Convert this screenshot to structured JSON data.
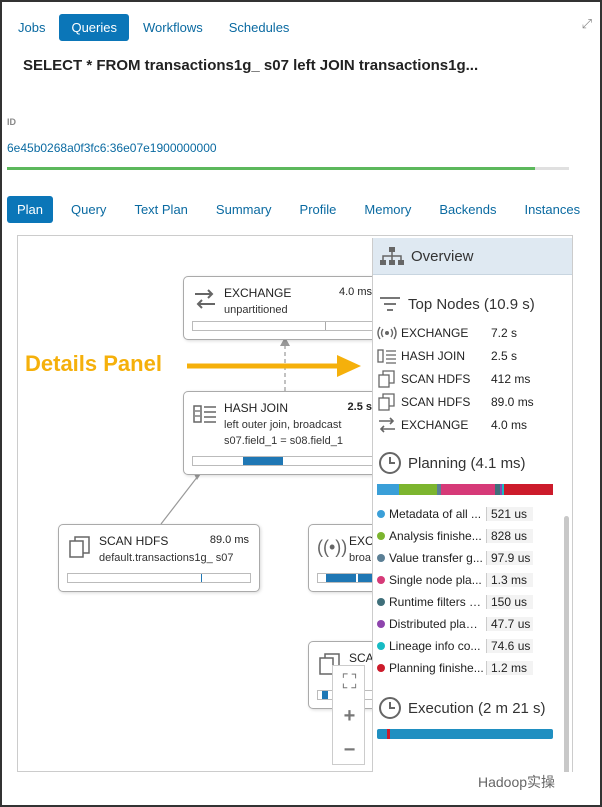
{
  "nav": {
    "jobs": "Jobs",
    "queries": "Queries",
    "workflows": "Workflows",
    "schedules": "Schedules"
  },
  "query": {
    "title": "SELECT * FROM transactions1g_ s07 left JOIN transactions1g...",
    "id_label": "ID",
    "id_value": "6e45b0268a0f3fc6:36e07e1900000000",
    "progress": 0.94
  },
  "tabs": [
    "Plan",
    "Query",
    "Text Plan",
    "Summary",
    "Profile",
    "Memory",
    "Backends",
    "Instances"
  ],
  "plan": {
    "exchange": {
      "name": "EXCHANGE",
      "time": "4.0 ms",
      "line1": "unpartitioned"
    },
    "hashjoin": {
      "name": "HASH JOIN",
      "time": "2.5 s",
      "line1": "left outer join, broadcast",
      "line2": "s07.field_1 = s08.field_1"
    },
    "scan1": {
      "name": "SCAN HDFS",
      "time": "89.0 ms",
      "line1": "default.transactions1g_ s07"
    },
    "exc2": {
      "name": "EXC",
      "line1": "broa"
    },
    "sca": {
      "name": "SCA",
      "line1": "fa"
    }
  },
  "annotation": "Details Panel",
  "panel": {
    "overview": "Overview",
    "top_nodes": "Top Nodes (10.9 s)",
    "nodes": [
      {
        "icon": "broadcast-icon",
        "name": "EXCHANGE",
        "time": "7.2 s"
      },
      {
        "icon": "hash-join-icon",
        "name": "HASH JOIN",
        "time": "2.5 s"
      },
      {
        "icon": "scan-icon",
        "name": "SCAN HDFS",
        "time": "412 ms"
      },
      {
        "icon": "scan-icon",
        "name": "SCAN HDFS",
        "time": "89.0 ms"
      },
      {
        "icon": "exchange-icon",
        "name": "EXCHANGE",
        "time": "4.0 ms"
      }
    ],
    "planning": "Planning (4.1 ms)",
    "planning_items": [
      {
        "color": "#3a9fd8",
        "label": "Metadata of all ...",
        "value": "521 us"
      },
      {
        "color": "#7cb52f",
        "label": "Analysis finishe...",
        "value": "828 us"
      },
      {
        "color": "#5b7f95",
        "label": "Value transfer g...",
        "value": "97.9 us"
      },
      {
        "color": "#d63a78",
        "label": "Single node pla...",
        "value": "1.3 ms"
      },
      {
        "color": "#3f6f7a",
        "label": "Runtime filters c...",
        "value": "150 us"
      },
      {
        "color": "#8e44ad",
        "label": "Distributed plan ...",
        "value": "47.7 us"
      },
      {
        "color": "#17bbc4",
        "label": "Lineage info co...",
        "value": "74.6 us"
      },
      {
        "color": "#cc1b2b",
        "label": "Planning finishe...",
        "value": "1.2 ms"
      }
    ],
    "execution": "Execution (2 m 21 s)"
  },
  "watermark": "Hadoop实操"
}
